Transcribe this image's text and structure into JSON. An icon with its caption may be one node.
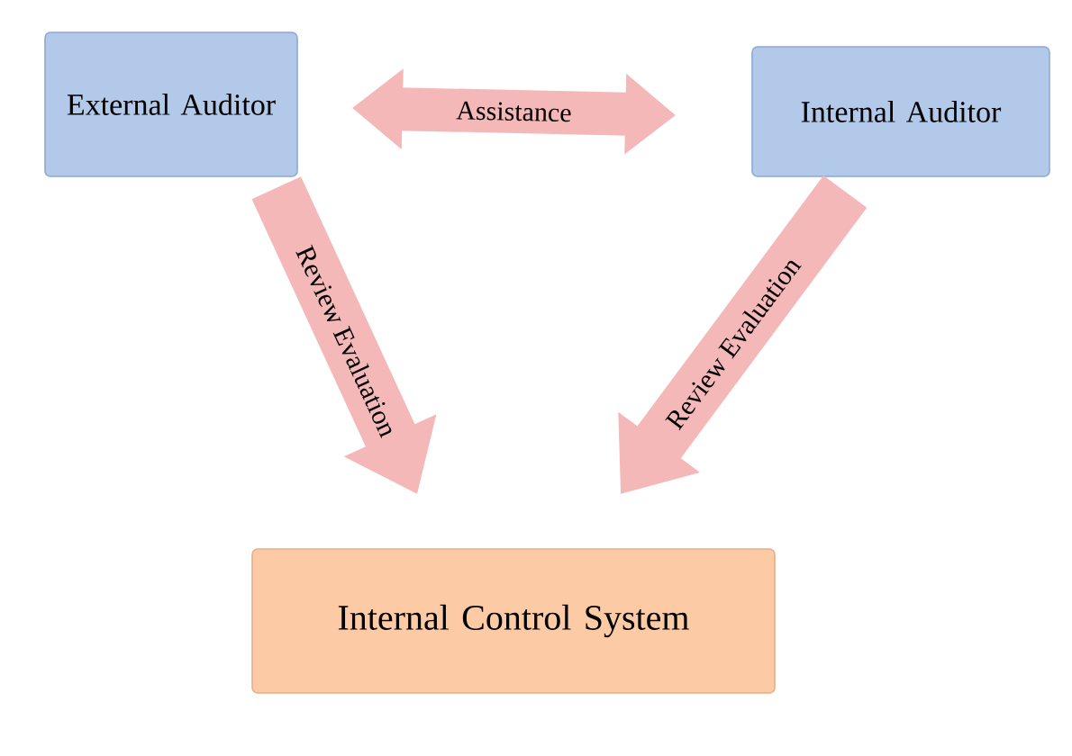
{
  "diagram": {
    "nodes": [
      {
        "text": [
          "External Auditor"
        ]
      },
      {
        "text": [
          "Internal Auditor"
        ]
      },
      {
        "text": [
          "Internal Control System"
        ]
      }
    ],
    "edges": [
      {
        "from": 0,
        "to": 1,
        "arrow": "both",
        "label": "Assistance"
      },
      {
        "from": 0,
        "to": 2,
        "arrow": "to",
        "label": "Review Evaluation"
      },
      {
        "from": 1,
        "to": 2,
        "arrow": "to",
        "label": "Review Evaluation"
      }
    ]
  }
}
